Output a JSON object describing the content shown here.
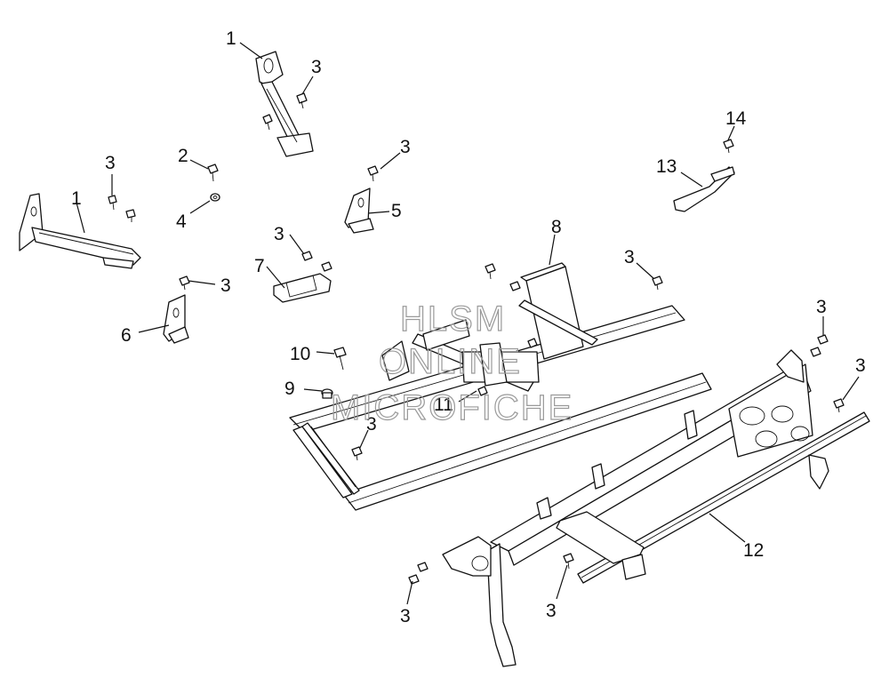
{
  "diagram": {
    "callouts": {
      "c1a": "1",
      "c1b": "1",
      "c2": "2",
      "c3a": "3",
      "c3b": "3",
      "c3c": "3",
      "c3d": "3",
      "c3e": "3",
      "c3f": "3",
      "c3g": "3",
      "c3h": "3",
      "c3i": "3",
      "c3j": "3",
      "c3k": "3",
      "c4": "4",
      "c5": "5",
      "c6": "6",
      "c7": "7",
      "c8": "8",
      "c9": "9",
      "c10": "10",
      "c11": "11",
      "c12": "12",
      "c13": "13",
      "c14": "14"
    },
    "watermark": {
      "line1": "HLSM",
      "line2": "ONLINE",
      "line3": "MICROFICHE"
    }
  }
}
